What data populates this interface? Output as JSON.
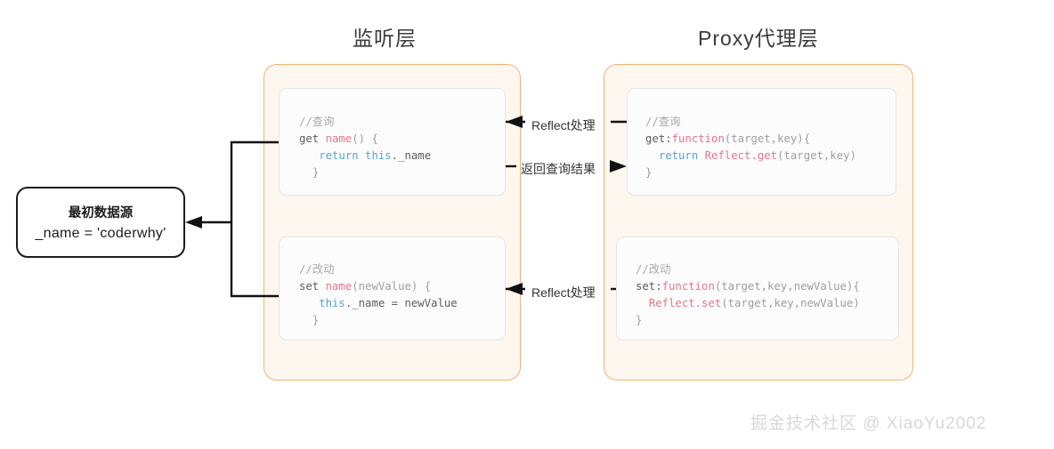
{
  "titles": {
    "listener": "监听层",
    "proxy": "Proxy代理层"
  },
  "source_box": {
    "name": "最初数据源",
    "value": "_name = 'coderwhy'"
  },
  "listener_panel": {
    "get_card": {
      "comment": "//查询",
      "kw_get": "get",
      "fn_name": "name",
      "parens": "()",
      "open_brace": "{",
      "kw_return": "return",
      "this_kw": "this",
      "prop": "._name",
      "close_brace": "}"
    },
    "set_card": {
      "comment": "//改动",
      "kw_set": "set",
      "fn_name": "name",
      "params": "(newValue)",
      "open_brace": "{",
      "this_kw": "this",
      "assign": "._name = newValue",
      "close_brace": "}"
    }
  },
  "proxy_panel": {
    "get_card": {
      "comment": "//查询",
      "key": "get:",
      "fn_kw": "function",
      "params": "(target,key)",
      "open_brace": "{",
      "kw_return": "return",
      "reflect_call": "Reflect.get",
      "call_args": "(target,key)",
      "close_brace": "}"
    },
    "set_card": {
      "comment": "//改动",
      "key": "set:",
      "fn_kw": "function",
      "params": "(target,key,newValue)",
      "open_brace": "{",
      "reflect_call": "Reflect.set",
      "call_args": "(target,key,newValue)",
      "close_brace": "}"
    }
  },
  "connector_labels": {
    "reflect_get": "Reflect处理",
    "return_result": "返回查询结果",
    "reflect_set": "Reflect处理"
  },
  "watermark": "掘金技术社区 @ XiaoYu2002",
  "colors": {
    "panel_border": "#f3b274",
    "panel_fill": "#fdf7ef",
    "card_border": "#e6e6e6",
    "card_fill": "#fcfcfc",
    "code_pink": "#e8748b",
    "code_blue": "#56a3d9",
    "code_comment": "#a8a8a8",
    "code_plain": "#5c5c5c",
    "arrow": "#111111",
    "watermark": "#d8d8d8",
    "background": "#ffffff"
  }
}
